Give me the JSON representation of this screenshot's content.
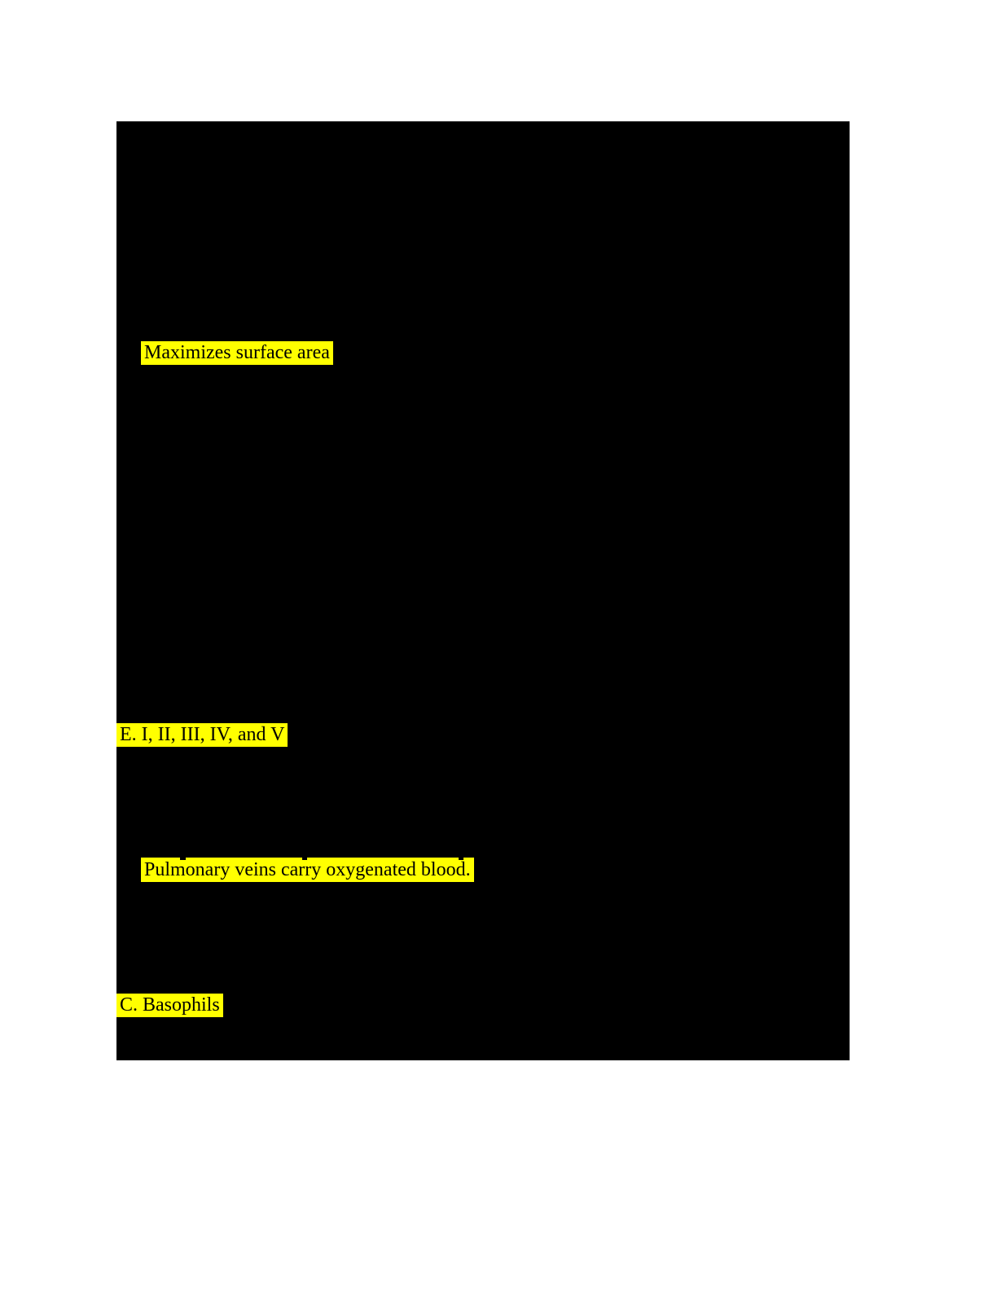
{
  "document": {
    "page_background_color": "#ffffff",
    "redaction_color": "#000000",
    "highlight_color": "#ffff00",
    "text_color": "#000000",
    "highlighted_passages": [
      {
        "text": "Maximizes surface area"
      },
      {
        "text": "E. I, II, III, IV, and V"
      },
      {
        "text": "Pulmonary veins carry oxygenated blood."
      },
      {
        "text": "C. Basophils"
      }
    ]
  }
}
